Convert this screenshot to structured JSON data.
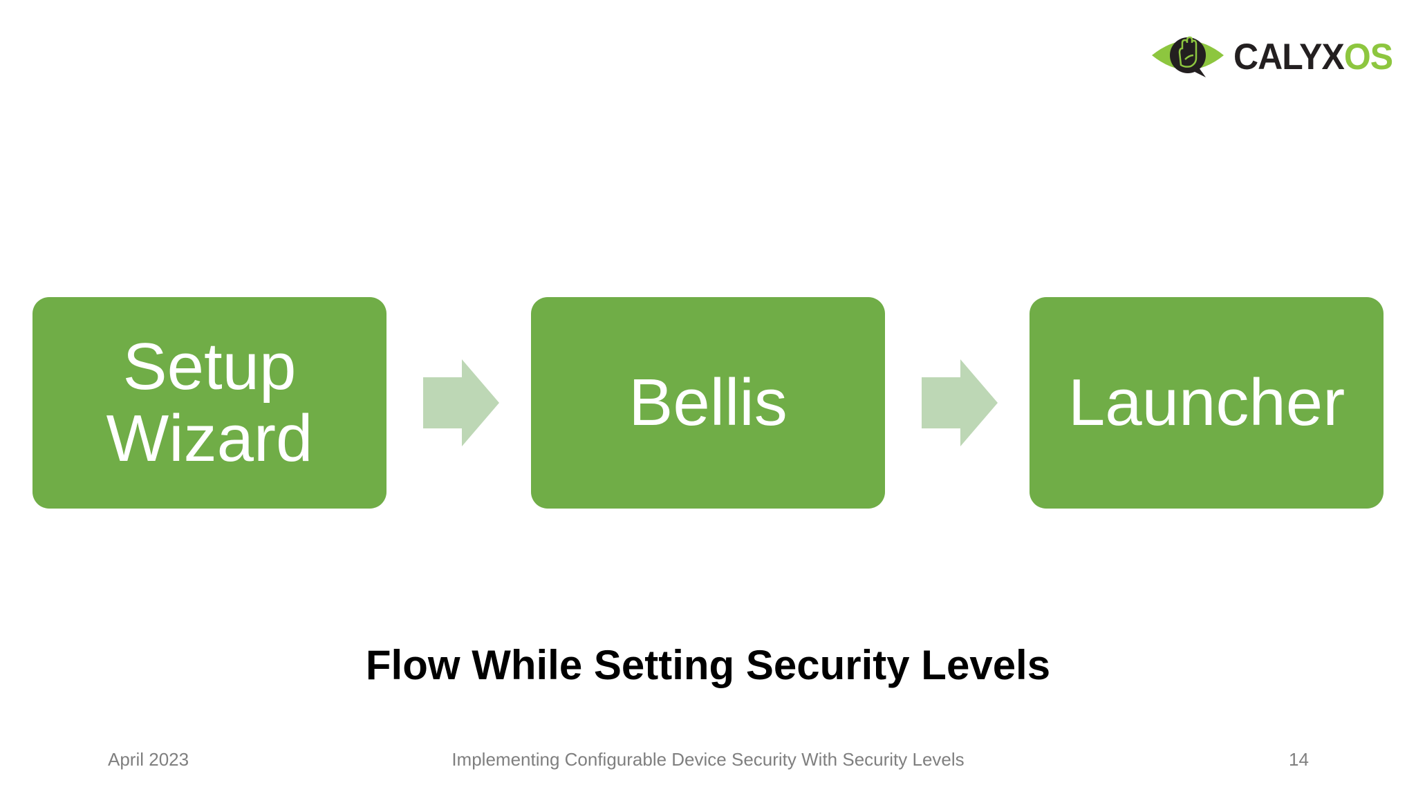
{
  "logo": {
    "icon": "eye-hand-icon",
    "text_dark": "CALYX",
    "text_accent": "OS",
    "colors": {
      "green": "#8dc63f",
      "dark": "#231f20"
    }
  },
  "diagram": {
    "type": "flowchart",
    "box_color": "#70ad47",
    "arrow_color": "#bdd7b5",
    "steps": [
      {
        "lines": [
          "Setup",
          "Wizard"
        ]
      },
      {
        "lines": [
          "Bellis"
        ]
      },
      {
        "lines": [
          "Launcher"
        ]
      }
    ]
  },
  "slide": {
    "title": "Flow While Setting Security Levels",
    "footer": {
      "date": "April 2023",
      "center": "Implementing Configurable Device Security With Security Levels",
      "page": "14"
    }
  }
}
